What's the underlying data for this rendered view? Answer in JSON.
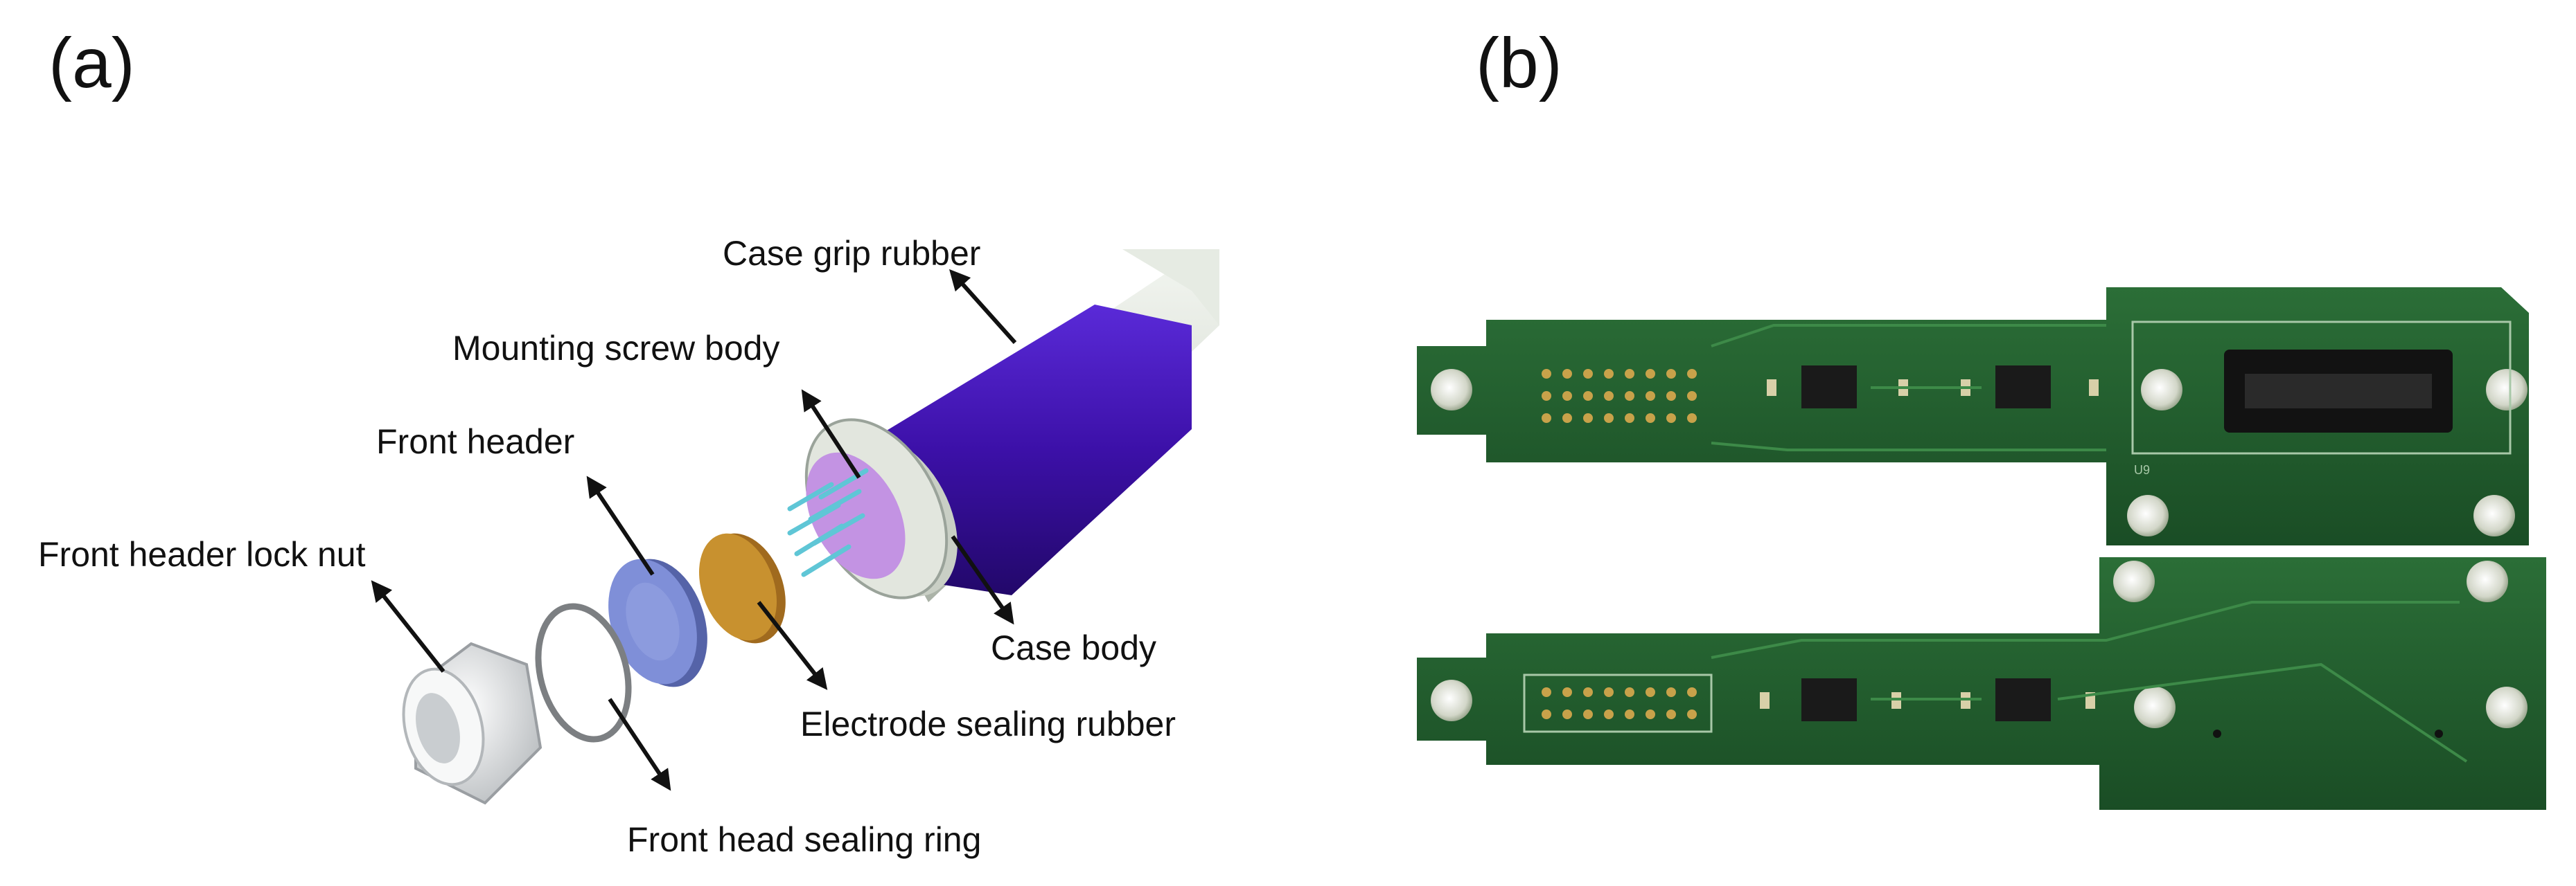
{
  "panel_a": {
    "letter": "(a)",
    "labels": {
      "case_grip_rubber": "Case grip rubber",
      "mounting_screw_body": "Mounting screw body",
      "front_header": "Front header",
      "front_header_lock_nut": "Front header lock nut",
      "case_body": "Case body",
      "electrode_sealing_rubber": "Electrode sealing rubber",
      "front_head_sealing_ring": "Front head sealing ring"
    }
  },
  "panel_b": {
    "letter": "(b)",
    "board_marking": "U9"
  },
  "colors": {
    "pcb_green": "#1f5a2c",
    "case_purple": "#3c10a8",
    "header_blue": "#7f8fd8",
    "sealing_rubber_orange": "#c8912f",
    "screw_lilac": "#c393e3"
  }
}
